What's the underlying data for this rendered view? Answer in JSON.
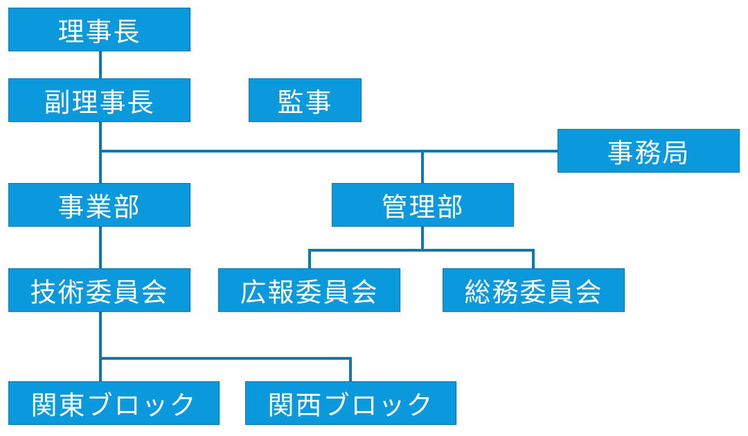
{
  "colors": {
    "box_fill": "#0a99dc",
    "box_border": "#0879b3",
    "box_text": "#ffffff",
    "connector": "#0879b3"
  },
  "org": {
    "chairman": "理事長",
    "vice_chairman": "副理事長",
    "auditor": "監事",
    "secretariat": "事務局",
    "business_dept": "事業部",
    "admin_dept": "管理部",
    "tech_committee": "技術委員会",
    "pr_committee": "広報委員会",
    "general_affairs_committee": "総務委員会",
    "kanto_block": "関東ブロック",
    "kansai_block": "関西ブロック"
  }
}
